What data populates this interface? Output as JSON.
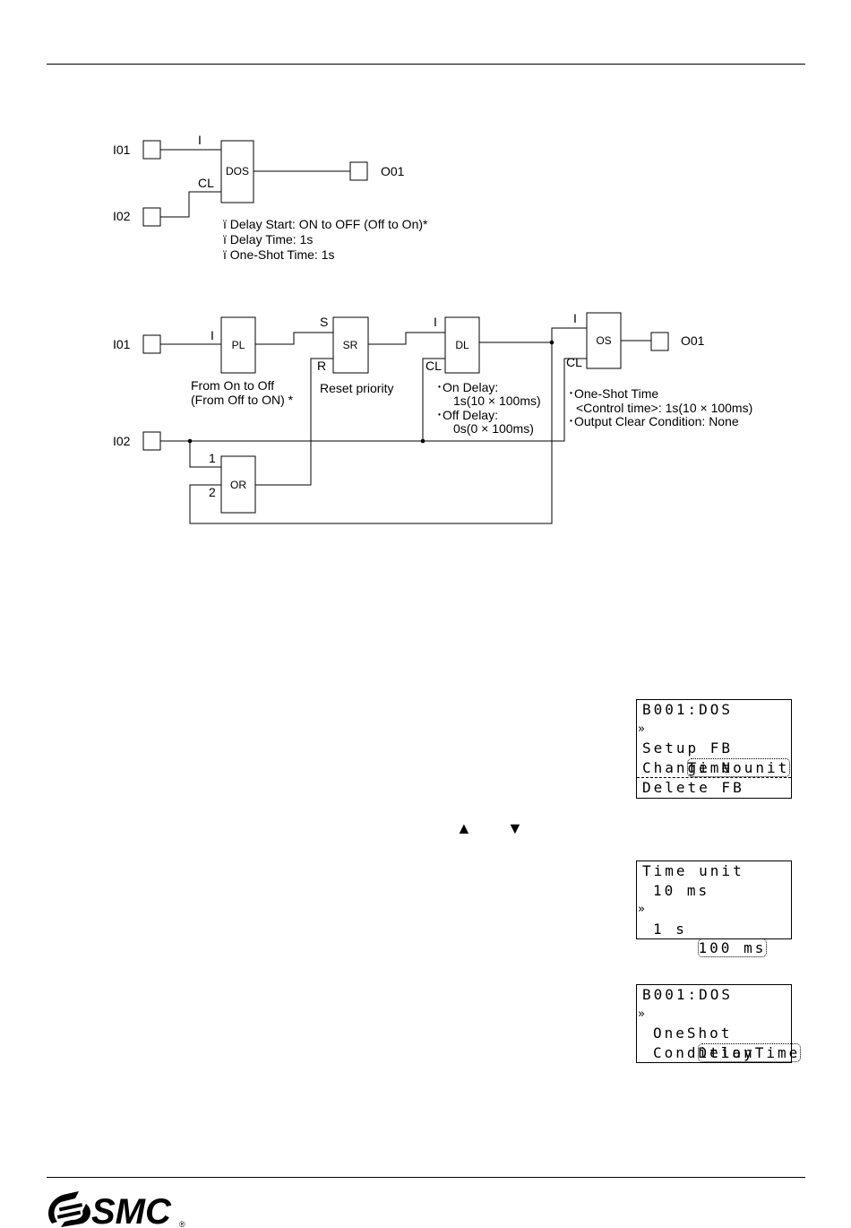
{
  "diagram1": {
    "inputs": [
      "I01",
      "I02"
    ],
    "output": "O01",
    "block": "DOS",
    "pins": [
      "I",
      "CL"
    ],
    "notes": [
      "ï Delay Start: ON to OFF (Off to On)*",
      "ï Delay Time: 1s",
      "ï One-Shot Time: 1s"
    ]
  },
  "diagram2": {
    "inputs": [
      "I01",
      "I02"
    ],
    "output": "O01",
    "blocks": {
      "pl": "PL",
      "sr": "SR",
      "dl": "DL",
      "os": "OS",
      "or": "OR"
    },
    "pins": {
      "pl_i": "I",
      "sr_s": "S",
      "sr_r": "R",
      "dl_i": "I",
      "dl_cl": "CL",
      "os_i": "I",
      "os_cl": "CL",
      "or_1": "1",
      "or_2": "2"
    },
    "pl_note": [
      "From On to Off",
      "(From Off to ON) *"
    ],
    "sr_note": "Reset priority",
    "dl_note": [
      "･On Delay:",
      "1s(10 × 100ms)",
      "･Off Delay:",
      "0s(0 × 100ms)"
    ],
    "os_note": [
      "･One-Shot Time",
      "<Control time>: 1s(10 × 100ms)",
      "･Output Clear Condition: None"
    ]
  },
  "lcd1": {
    "rows": [
      "B001:DOS",
      "Time unit",
      "Setup FB",
      "Change No",
      "Delete FB"
    ]
  },
  "arrows": {
    "up": "▲",
    "down": "▼"
  },
  "lcd2": {
    "rows": [
      "Time unit",
      "10 ms",
      "100 ms",
      "1 s"
    ]
  },
  "lcd3": {
    "rows": [
      "B001:DOS",
      "DelayTime",
      "OneShot",
      "Condition"
    ]
  },
  "selector_glyph": "»",
  "footer": {
    "logo_text": "SMC",
    "registered": "®"
  }
}
